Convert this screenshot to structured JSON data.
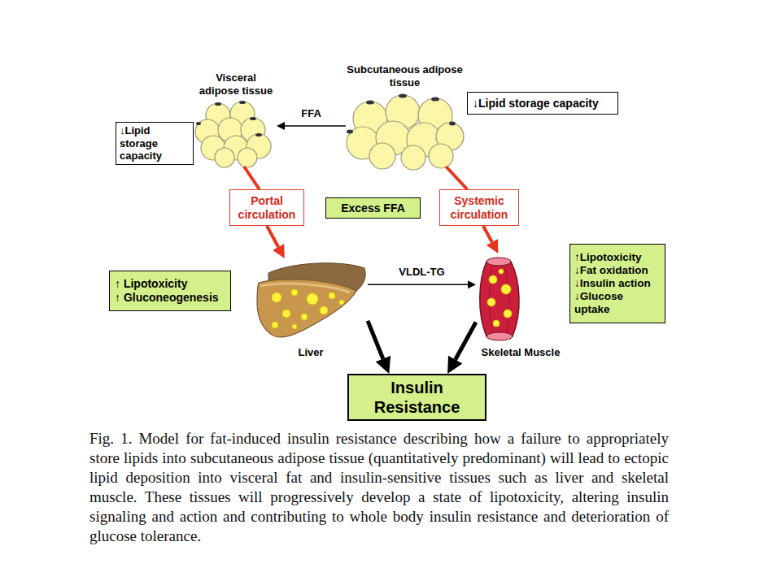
{
  "diagram": {
    "caption": "Fig. 1. Model for fat-induced insulin resistance describing how a failure to appropriately store lipids into subcutaneous adipose tissue (quantitatively predominant) will lead to ectopic lipid deposition into visceral fat and insulin-sensitive tissues such as liver and skeletal muscle. These tissues will progressively develop a state of lipotoxicity, altering insulin signaling and action and contributing to whole body insulin resistance and deterioration of glucose tolerance.",
    "nodes": [
      {
        "text": [
          "Visceral adipose tissue"
        ]
      },
      {
        "text": [
          "Subcutaneous adipose tissue"
        ]
      },
      {
        "text": [
          "↓Lipid storage capacity"
        ]
      },
      {
        "text": [
          "↓Lipid storage capacity"
        ]
      },
      {
        "text": [
          "Portal circulation"
        ]
      },
      {
        "text": [
          "Excess FFA"
        ]
      },
      {
        "text": [
          "Systemic circulation"
        ]
      },
      {
        "text": [
          "↑ Lipotoxicity",
          "↑ Gluconeogenesis"
        ]
      },
      {
        "text": [
          "Liver"
        ]
      },
      {
        "text": [
          "Skeletal Muscle"
        ]
      },
      {
        "text": [
          "↑Lipotoxicity",
          "↓Fat oxidation",
          "↓Insulin action",
          "↓Glucose uptake"
        ]
      },
      {
        "text": [
          "Insulin Resistance"
        ]
      }
    ],
    "edges": [
      {
        "from": 1,
        "to": 0,
        "label": "FFA",
        "arrow": "to"
      },
      {
        "from": 0,
        "to": 4,
        "arrow": "none"
      },
      {
        "from": 4,
        "to": 8,
        "arrow": "to"
      },
      {
        "from": 1,
        "to": 6,
        "arrow": "none"
      },
      {
        "from": 6,
        "to": 9,
        "arrow": "to"
      },
      {
        "from": 8,
        "to": 9,
        "label": "VLDL-TG",
        "arrow": "to"
      },
      {
        "from": 8,
        "to": 11,
        "arrow": "to"
      },
      {
        "from": 9,
        "to": 11,
        "arrow": "to"
      }
    ]
  }
}
